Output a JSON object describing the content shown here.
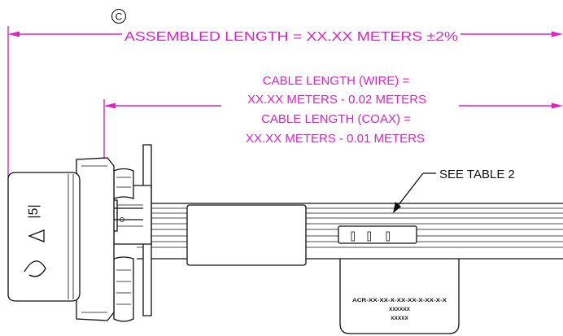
{
  "revision_marker": "C",
  "dimensions": {
    "assembled_length": "ASSEMBLED LENGTH = XX.XX METERS ±2%",
    "cable_wire_line1": "CABLE LENGTH (WIRE) =",
    "cable_wire_line2": "XX.XX METERS - 0.02 METERS",
    "cable_coax_line1": "CABLE LENGTH (COAX) =",
    "cable_coax_line2": "XX.XX METERS - 0.01 METERS"
  },
  "callout": {
    "see_table": "SEE TABLE 2"
  },
  "connector_marking": "|5|",
  "label_tag": {
    "line1": "ACR-XX-XX-X-XX-XX-X-XX-X-X",
    "line2": "XXXXXX",
    "line3": "XXXXX"
  },
  "colors": {
    "dimension": "#e020c8",
    "outline": "#111111",
    "background": "#ffffff"
  }
}
